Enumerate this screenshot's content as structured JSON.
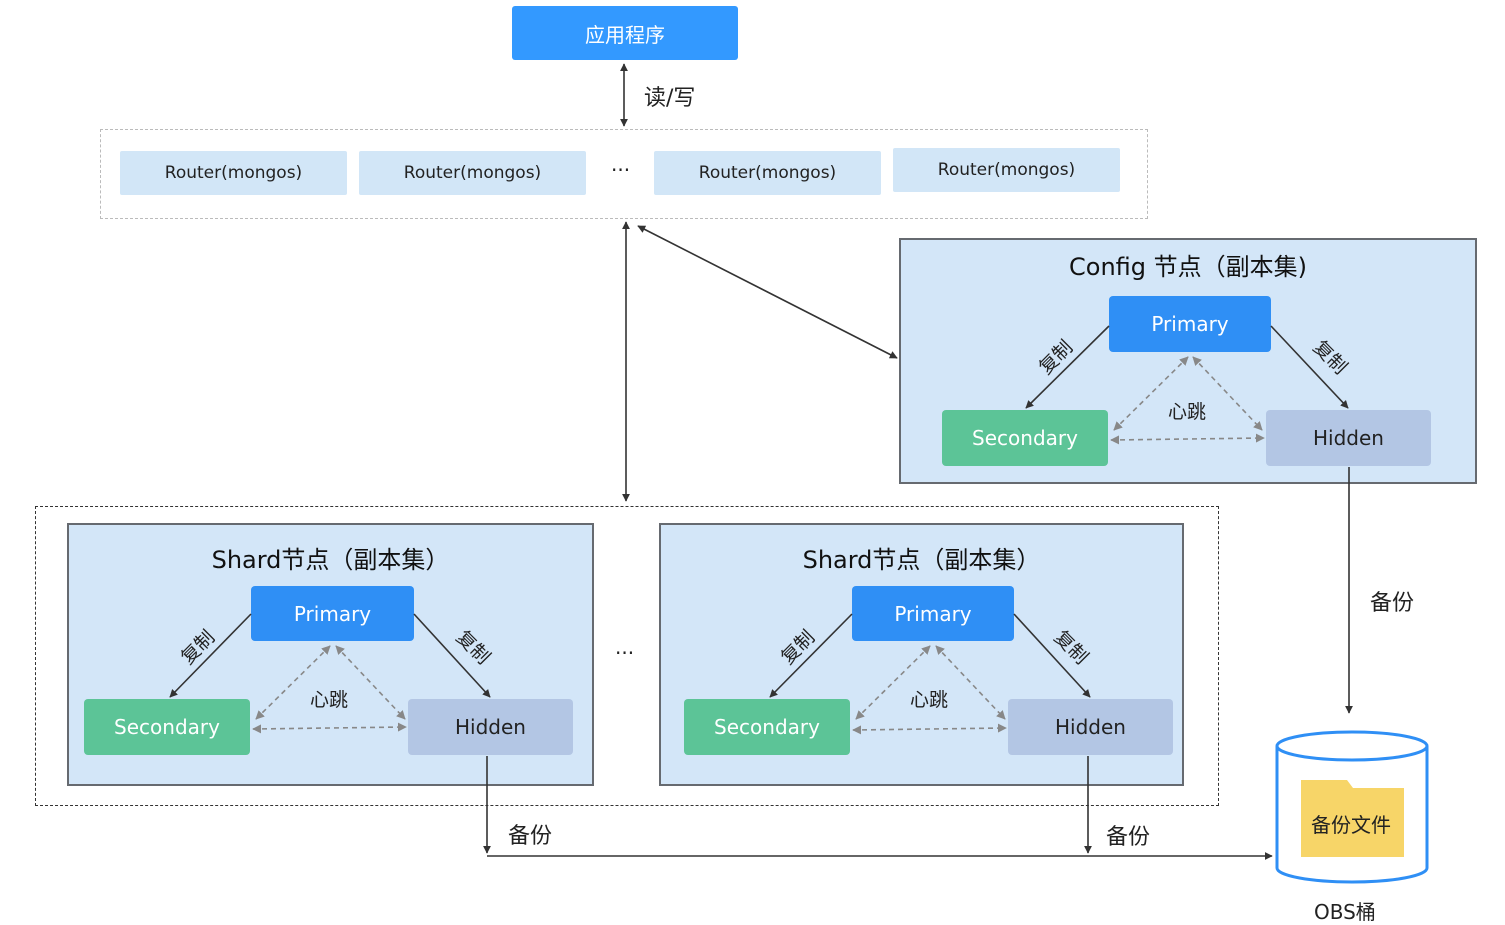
{
  "app": {
    "label": "应用程序"
  },
  "rw_label": "读/写",
  "routers": [
    "Router(mongos)",
    "Router(mongos)",
    "Router(mongos)",
    "Router(mongos)"
  ],
  "router_ellipsis": "···",
  "config": {
    "title": "Config 节点（副本集)",
    "primary": "Primary",
    "secondary": "Secondary",
    "hidden": "Hidden",
    "replicate_left": "复制",
    "replicate_right": "复制",
    "heartbeat": "心跳"
  },
  "shards": [
    {
      "title": "Shard节点（副本集）",
      "primary": "Primary",
      "secondary": "Secondary",
      "hidden": "Hidden",
      "replicate_left": "复制",
      "replicate_right": "复制",
      "heartbeat": "心跳"
    },
    {
      "title": "Shard节点（副本集）",
      "primary": "Primary",
      "secondary": "Secondary",
      "hidden": "Hidden",
      "replicate_left": "复制",
      "replicate_right": "复制",
      "heartbeat": "心跳"
    }
  ],
  "shard_ellipsis": "···",
  "backup_labels": [
    "备份",
    "备份",
    "备份"
  ],
  "obs": {
    "file_label": "备份文件",
    "bucket_label": "OBS桶"
  },
  "colors": {
    "primary": "#2f8ff5",
    "secondary": "#5cc497",
    "hidden": "#b3c6e4",
    "router": "#d2e6f7",
    "panel": "#d3e6f8"
  }
}
